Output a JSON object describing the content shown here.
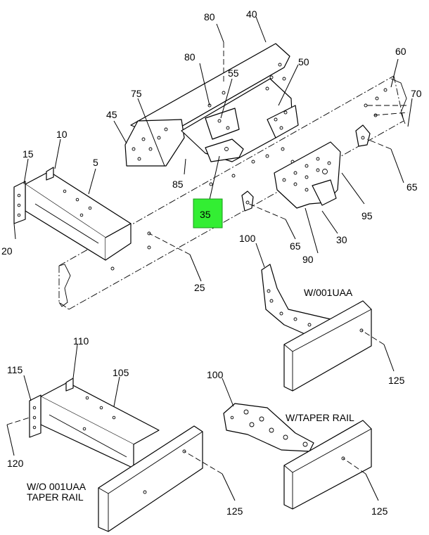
{
  "callouts": {
    "c80a": "80",
    "c40": "40",
    "c80b": "80",
    "c55": "55",
    "c50": "50",
    "c60": "60",
    "c70": "70",
    "c75": "75",
    "c45": "45",
    "c10": "10",
    "c15": "15",
    "c5": "5",
    "c85": "85",
    "c35": "35",
    "c65a": "65",
    "c95": "95",
    "c65b": "65",
    "c30": "30",
    "c90": "90",
    "c20": "20",
    "c25": "25",
    "c100a": "100",
    "c125a": "125",
    "c110": "110",
    "c115": "115",
    "c105": "105",
    "c100b": "100",
    "c120": "120",
    "c125b": "125",
    "c125c": "125"
  },
  "notes": {
    "w001uaa": "W/001UAA",
    "wtaper": "W/TAPER RAIL",
    "wo001uaa_line1": "W/O 001UAA",
    "wo001uaa_line2": "TAPER RAIL"
  },
  "highlight": {
    "callout": "35",
    "color": "#33ee33"
  }
}
